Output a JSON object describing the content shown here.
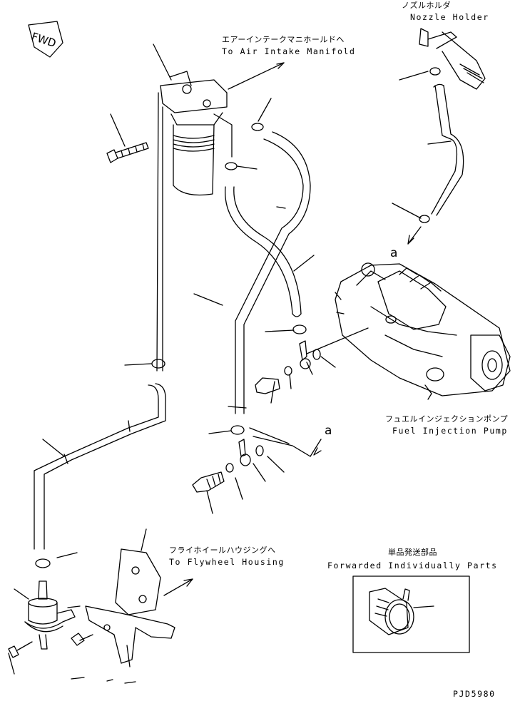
{
  "fwd_mark": "FWD",
  "labels": {
    "nozzle_holder_jp": "ノズルホルダ",
    "nozzle_holder_en": "Nozzle Holder",
    "intake_jp": "エアーインテークマニホールドへ",
    "intake_en": "To Air Intake Manifold",
    "pump_jp": "フュエルインジェクションポンプ",
    "pump_en": "Fuel Injection Pump",
    "flywheel_jp": "フライホイールハウジングへ",
    "flywheel_en": "To Flywheel Housing",
    "forwarded_jp": "単品発送部品",
    "forwarded_en": "Forwarded Individually Parts"
  },
  "callouts": {
    "a_upper": "a",
    "a_lower": "a"
  },
  "drawing_number": "PJD5980"
}
